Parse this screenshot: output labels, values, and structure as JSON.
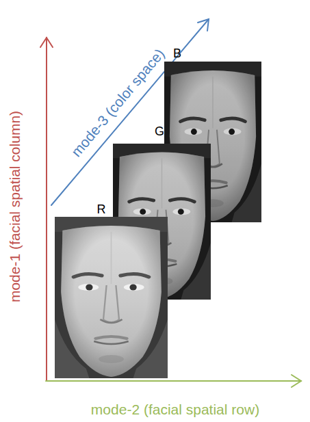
{
  "diagram": {
    "labels": [
      "mode-3 (color space)",
      "B",
      "mode-1 (facial spatial column)",
      "G",
      "R",
      "mode-2 (facial spatial row)"
    ]
  }
}
